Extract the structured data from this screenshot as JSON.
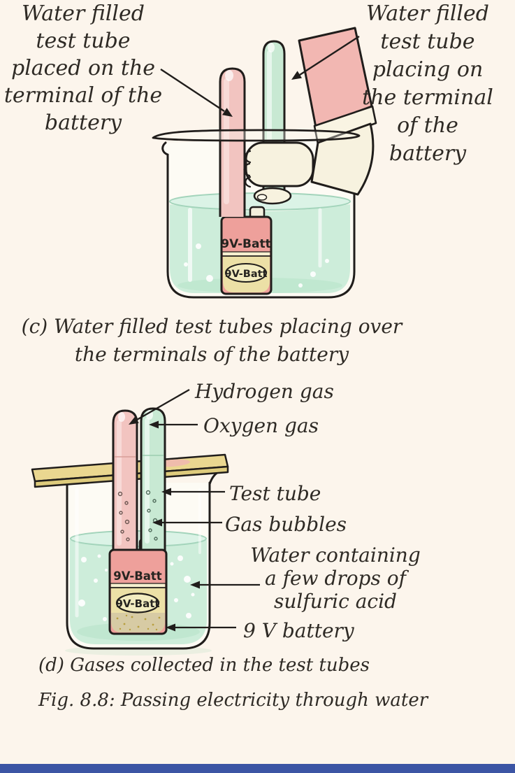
{
  "page": {
    "bg_color": "#fcf5ec",
    "footer_bar_color": "#3c55a4",
    "ink_color": "#201d1b",
    "text_color": "#2e2a25"
  },
  "colors": {
    "pink_tube": "#f2c4c0",
    "green_tube": "#c8e9d3",
    "water": "#cdedda",
    "board_yellow": "#ead790",
    "battery_pink": "#eea09b",
    "battery_yellow": "#ece0a6",
    "skin_cream": "#f7f2df",
    "sleeve_pink": "#f2b7b2"
  },
  "panel_c": {
    "label_left": {
      "lines": [
        "Water filled",
        "test tube",
        "placed on the",
        "terminal of the",
        "battery"
      ]
    },
    "label_right": {
      "lines": [
        "Water filled",
        "test tube",
        "placing on",
        "the terminal",
        "of the",
        "battery"
      ]
    },
    "battery": {
      "top_label": "9V-Batt",
      "oval_label": "9V-Batt"
    },
    "caption": {
      "line1": "(c) Water filled test tubes placing over",
      "line2": "the terminals of the battery"
    }
  },
  "panel_d": {
    "labels": {
      "hydrogen_gas": "Hydrogen gas",
      "oxygen_gas": "Oxygen gas",
      "test_tube": "Test tube",
      "gas_bubbles": "Gas bubbles",
      "water_note_line1": "Water containing",
      "water_note_line2": "a few drops of",
      "water_note_line3": "sulfuric acid",
      "battery_9v": "9 V battery"
    },
    "battery": {
      "top_label": "9V-Batt",
      "oval_label": "9V-Batt"
    },
    "caption": "(d) Gases collected in the test tubes"
  },
  "fig_caption": "Fig. 8.8: Passing electricity through water"
}
